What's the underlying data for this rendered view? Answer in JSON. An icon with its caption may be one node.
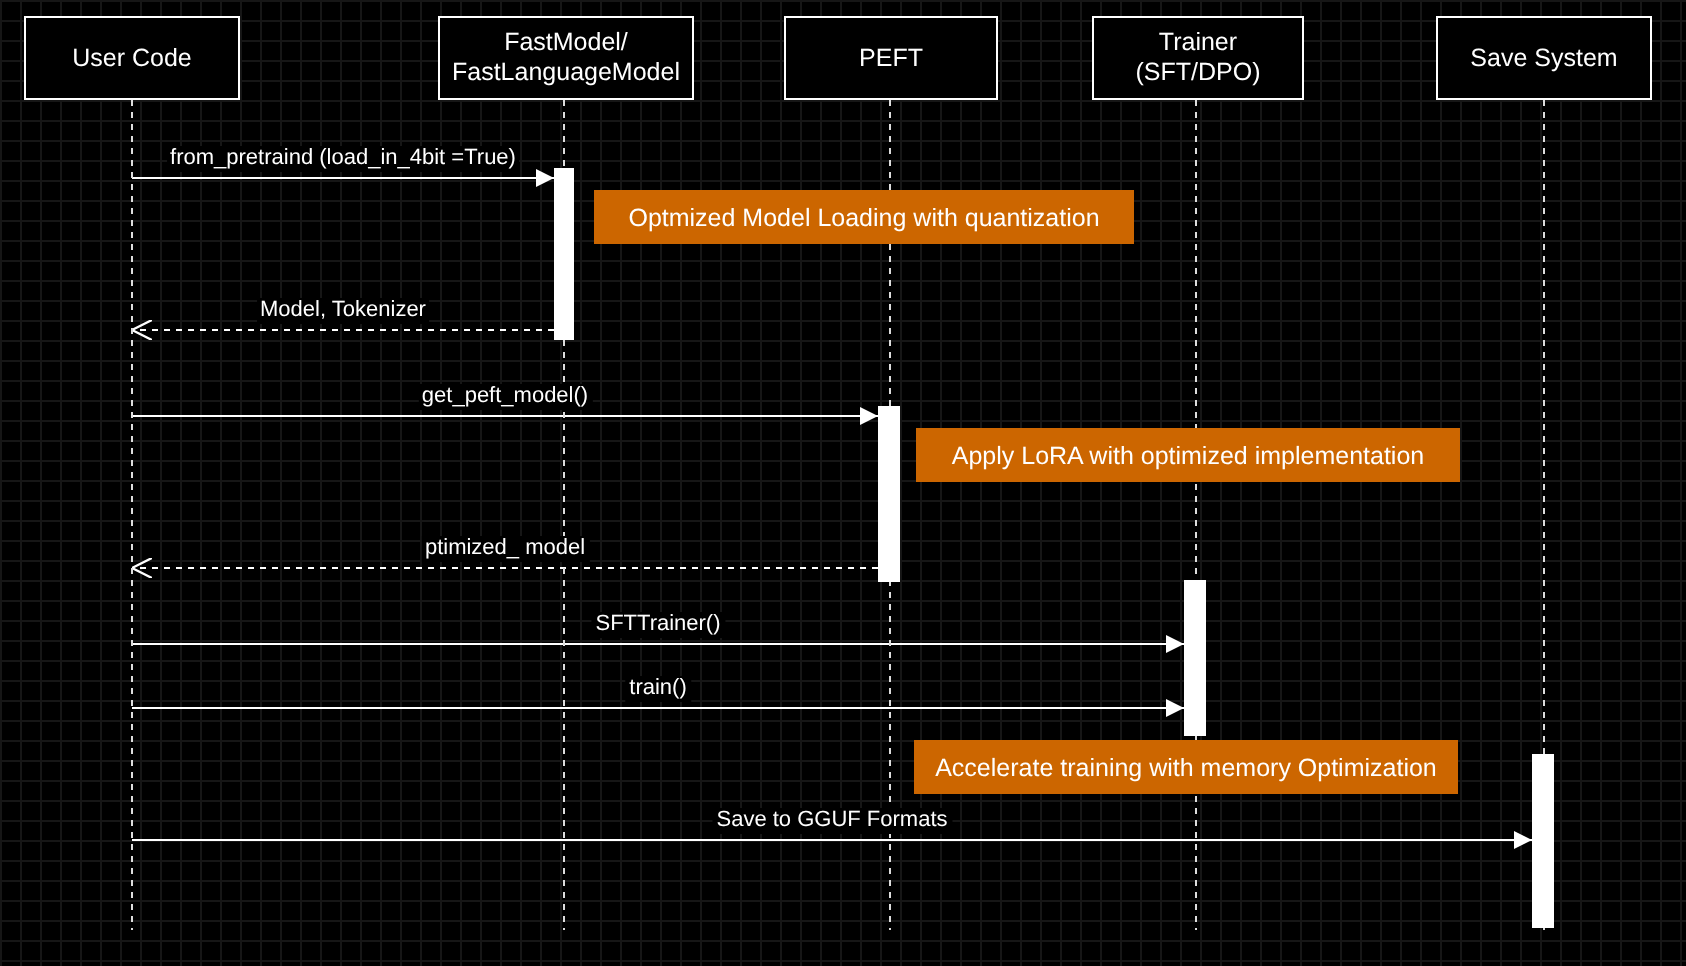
{
  "diagram": {
    "nodes": [
      {
        "text": [
          "User Code"
        ]
      },
      {
        "text": [
          "FastModel/ FastLanguageModel"
        ]
      },
      {
        "text": [
          "PEFT"
        ]
      },
      {
        "text": [
          "Trainer (SFT/DPO)"
        ]
      },
      {
        "text": [
          "Save System"
        ]
      },
      {
        "text": [],
        "shape": "bar",
        "in": 1
      },
      {
        "text": [
          "Optmized Model Loading with quantization"
        ]
      },
      {
        "text": [],
        "shape": "bar",
        "in": 2
      },
      {
        "text": [
          "Apply LoRA with optimized implementation"
        ]
      },
      {
        "text": [],
        "shape": "bar",
        "in": 3
      },
      {
        "text": [
          "Accelerate training with memory Optimization"
        ]
      },
      {
        "text": [],
        "shape": "bar",
        "in": 4
      }
    ],
    "edges": [
      {
        "from": 0,
        "to": 5,
        "arrow": "to",
        "label": "from_pretraind (load_in_4bit =True)"
      },
      {
        "from": 5,
        "to": 0,
        "arrow": "to",
        "label": "Model, Tokenizer",
        "style": "dashed"
      },
      {
        "from": 0,
        "to": 7,
        "arrow": "to",
        "label": "get_peft_model()"
      },
      {
        "from": 7,
        "to": 0,
        "arrow": "to",
        "label": "ptimized_ model",
        "style": "dashed"
      },
      {
        "from": 0,
        "to": 9,
        "arrow": "to",
        "label": "SFTTrainer()"
      },
      {
        "from": 0,
        "to": 9,
        "arrow": "to",
        "label": "train()"
      },
      {
        "from": 0,
        "to": 11,
        "arrow": "to",
        "label": "Save to GGUF Formats"
      }
    ]
  }
}
